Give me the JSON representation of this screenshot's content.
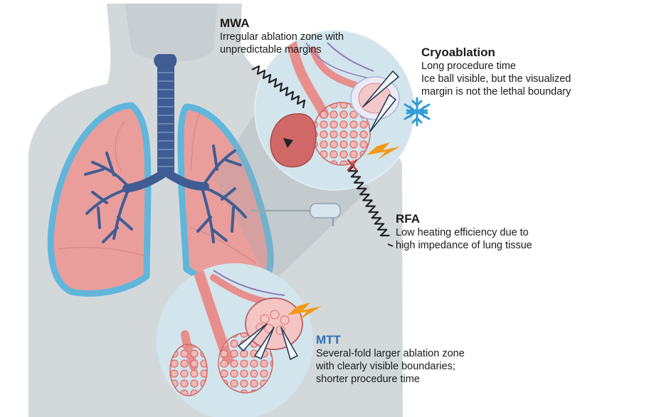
{
  "colors": {
    "body": "#d3d9db",
    "body_shadow": "#c4ccd0",
    "lung_fill": "#ea9e9c",
    "lung_outline": "#61b6dc",
    "airway": "#3f5d93",
    "circle_fill": "#d2e5ec",
    "tissue": "#e88f8e",
    "tissue_dark": "#cf6565",
    "lightning": "#f39a18",
    "snowflake": "#2e9bd6",
    "mtt_title": "#2f72b5",
    "text": "#1a1a1a"
  },
  "icons": [
    "snowflake-icon",
    "lightning-icon",
    "cross-mark-icon",
    "probe-icon"
  ],
  "labels": {
    "mwa": {
      "title": "MWA",
      "lines": [
        "Irregular ablation zone with",
        "unpredictable margins"
      ]
    },
    "cryo": {
      "title": "Cryoablation",
      "lines": [
        "Long procedure time",
        "Ice ball visible, but the visualized",
        "margin is not the lethal boundary"
      ]
    },
    "rfa": {
      "title": "RFA",
      "lines": [
        "Low heating efficiency due to",
        "high impedance of lung tissue"
      ]
    },
    "mtt": {
      "title": "MTT",
      "lines": [
        "Several-fold larger ablation zone",
        "with clearly visible boundaries;",
        "shorter procedure time"
      ]
    }
  }
}
